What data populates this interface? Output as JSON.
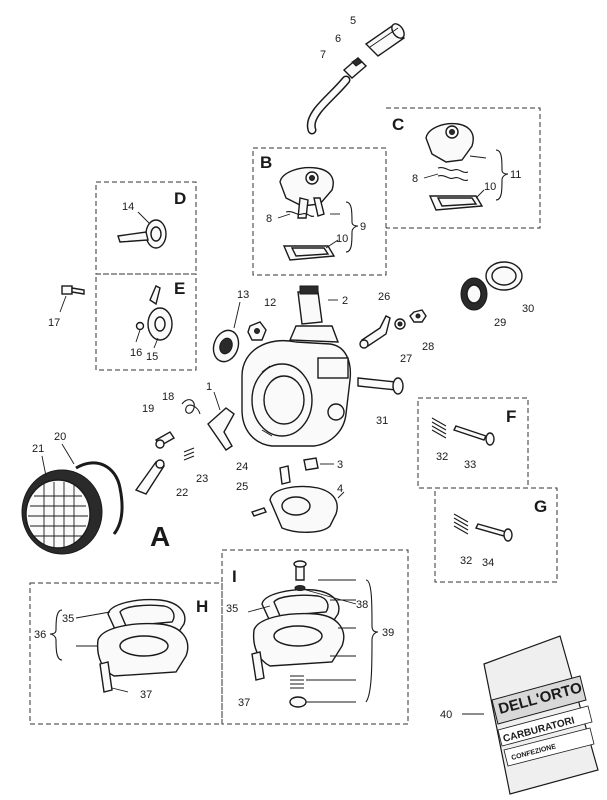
{
  "group_letters": [
    "A",
    "B",
    "C",
    "D",
    "E",
    "F",
    "G",
    "H",
    "I"
  ],
  "part_numbers": [
    "1",
    "2",
    "3",
    "4",
    "5",
    "6",
    "7",
    "8",
    "8",
    "9",
    "10",
    "10",
    "11",
    "12",
    "13",
    "14",
    "15",
    "16",
    "17",
    "18",
    "19",
    "20",
    "21",
    "22",
    "23",
    "24",
    "25",
    "26",
    "27",
    "28",
    "29",
    "30",
    "31",
    "32",
    "32",
    "33",
    "34",
    "35",
    "35",
    "36",
    "37",
    "37",
    "38",
    "39",
    "40"
  ],
  "bag": {
    "brand": "DELL'ORTO",
    "product": "CARBURATORI",
    "label": "CONFEZIONE"
  }
}
